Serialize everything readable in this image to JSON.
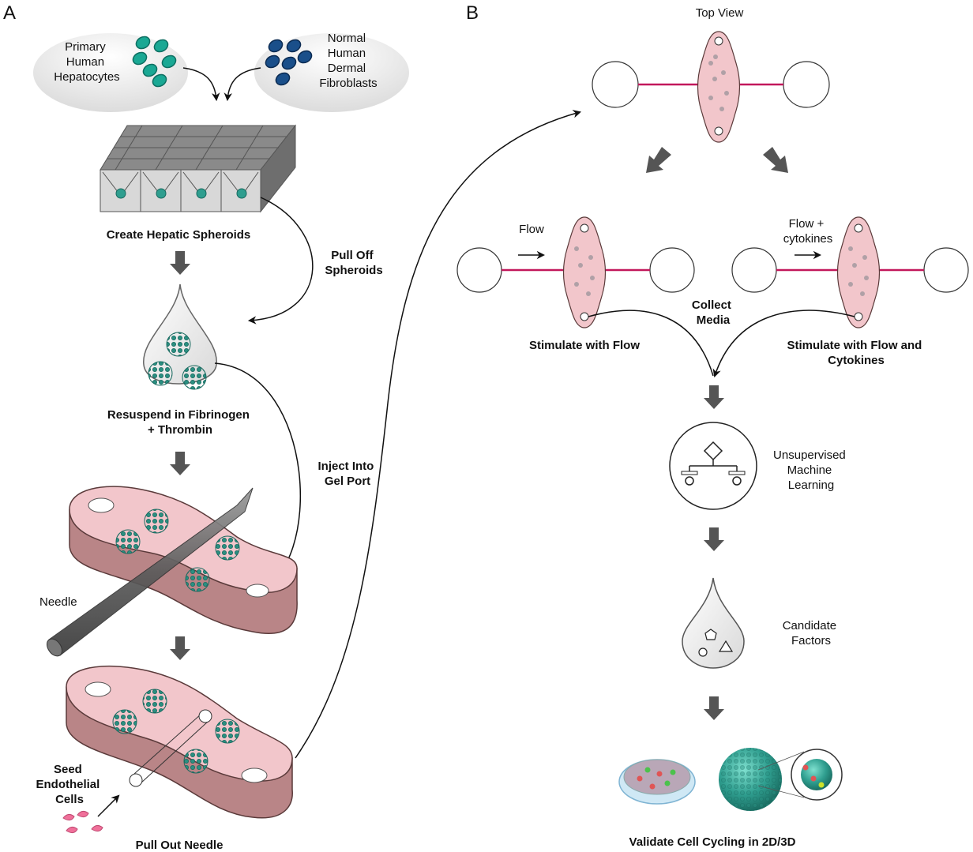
{
  "panel_a": {
    "panel_label": "A",
    "cells": {
      "left": [
        "Primary",
        "Human",
        "Hepatocytes"
      ],
      "right": [
        "Normal",
        "Human",
        "Dermal",
        "Fibroblasts"
      ]
    },
    "steps": {
      "create": "Create Hepatic Spheroids",
      "pull_off": [
        "Pull Off",
        "Spheroids"
      ],
      "resuspend": [
        "Resuspend in Fibrinogen",
        "+ Thrombin"
      ],
      "inject": [
        "Inject Into",
        "Gel Port"
      ],
      "needle": "Needle",
      "seed": [
        "Seed",
        "Endothelial",
        "Cells"
      ],
      "pull_out": "Pull Out Needle"
    }
  },
  "panel_b": {
    "panel_label": "B",
    "top_view": "Top View",
    "flow": "Flow",
    "flow_cytokines": [
      "Flow +",
      "cytokines"
    ],
    "collect": [
      "Collect",
      "Media"
    ],
    "stim_flow": "Stimulate with Flow",
    "stim_flow_cyto": [
      "Stimulate with Flow and",
      "Cytokines"
    ],
    "ml": [
      "Unsupervised",
      "Machine",
      "Learning"
    ],
    "candidate": [
      "Candidate",
      "Factors"
    ],
    "validate": "Validate Cell Cycling in 2D/3D"
  },
  "colors": {
    "chip_pink": "#f2c6cb",
    "chip_side": "#b98587",
    "channel": "#c2185b",
    "spheroid": "#2f9e8f",
    "cell_teal": "#1aa894",
    "cell_blue": "#1a4f8a"
  }
}
